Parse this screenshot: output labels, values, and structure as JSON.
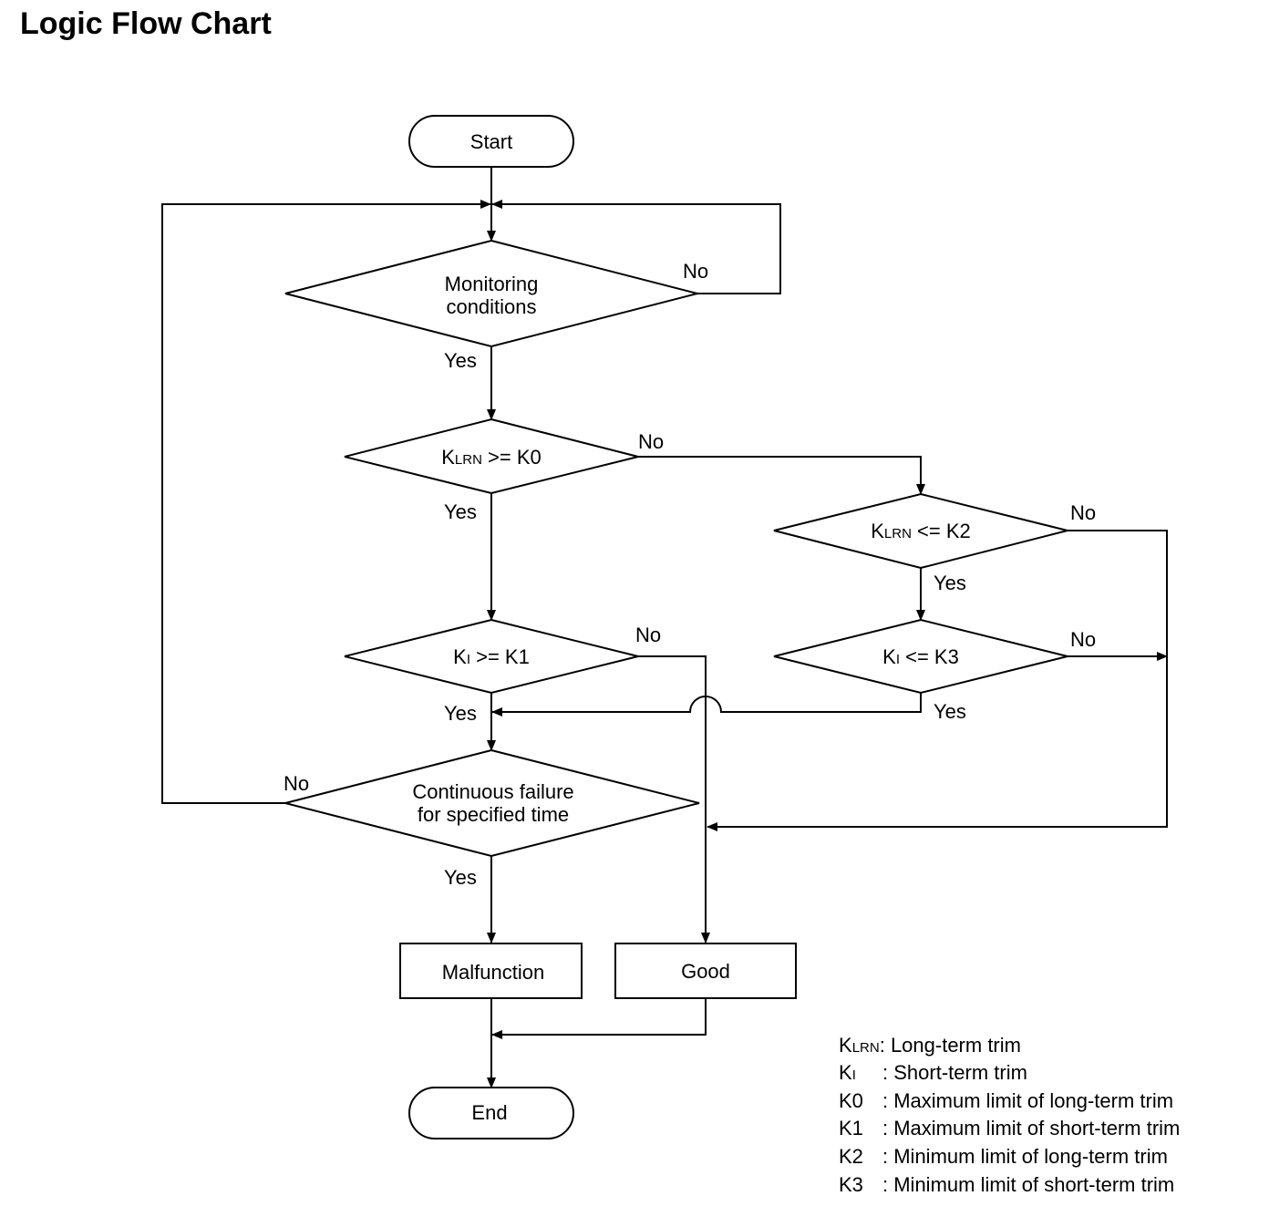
{
  "title": "Logic Flow Chart",
  "nodes": {
    "start": "Start",
    "monitoring": [
      "Monitoring",
      "conditions"
    ],
    "klrn_ge_k0": {
      "main": "K",
      "sub": "LRN",
      "rest": " >= K0"
    },
    "klrn_le_k2": {
      "main": "K",
      "sub": "LRN",
      "rest": " <= K2"
    },
    "ki_ge_k1": {
      "main": "K",
      "sub": "I",
      "rest": " >= K1"
    },
    "ki_le_k3": {
      "main": "K",
      "sub": "I",
      "rest": " <= K3"
    },
    "continuous": [
      "Continuous failure",
      "for specified time"
    ],
    "malfunction": "Malfunction",
    "good": "Good",
    "end": "End"
  },
  "edge_labels": {
    "yes": "Yes",
    "no": "No"
  },
  "legend": [
    {
      "main": "K",
      "sub": "LRN",
      "sep": ": ",
      "text": "Long-term trim"
    },
    {
      "main": "K",
      "sub": "I",
      "sep": "    : ",
      "text": "Short-term trim"
    },
    {
      "main": "K0",
      "sub": "",
      "sep": "   : ",
      "text": "Maximum limit of long-term trim"
    },
    {
      "main": "K1",
      "sub": "",
      "sep": "   : ",
      "text": "Maximum limit of short-term trim"
    },
    {
      "main": "K2",
      "sub": "",
      "sep": "   : ",
      "text": "Minimum limit of long-term trim"
    },
    {
      "main": "K3",
      "sub": "",
      "sep": "   : ",
      "text": "Minimum limit of short-term trim"
    }
  ]
}
